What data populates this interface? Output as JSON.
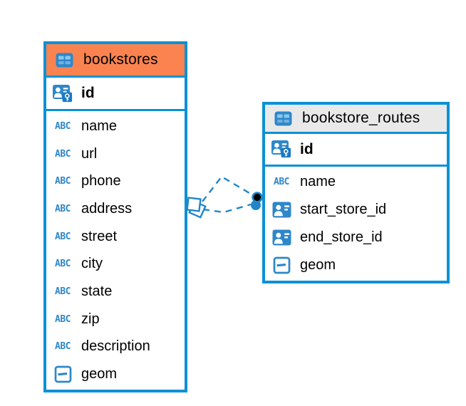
{
  "diagram": {
    "tables": [
      {
        "title": "bookstores",
        "primary_key": {
          "name": "id"
        },
        "fields": [
          {
            "name": "name",
            "type": "text"
          },
          {
            "name": "url",
            "type": "text"
          },
          {
            "name": "phone",
            "type": "text"
          },
          {
            "name": "address",
            "type": "text"
          },
          {
            "name": "street",
            "type": "text"
          },
          {
            "name": "city",
            "type": "text"
          },
          {
            "name": "state",
            "type": "text"
          },
          {
            "name": "zip",
            "type": "text"
          },
          {
            "name": "description",
            "type": "text"
          },
          {
            "name": "geom",
            "type": "geometry"
          }
        ]
      },
      {
        "title": "bookstore_routes",
        "primary_key": {
          "name": "id"
        },
        "fields": [
          {
            "name": "name",
            "type": "text"
          },
          {
            "name": "start_store_id",
            "type": "reference"
          },
          {
            "name": "end_store_id",
            "type": "reference"
          },
          {
            "name": "geom",
            "type": "geometry"
          }
        ]
      }
    ],
    "relationships": [
      {
        "from": "bookstores",
        "to": "bookstore_routes",
        "style": "dashed"
      },
      {
        "from": "bookstores",
        "to": "bookstore_routes",
        "style": "dashed"
      }
    ],
    "icons": {
      "text_type_label": "ABC"
    },
    "colors": {
      "table_border": "#0a91d5",
      "header_orange": "#fa8350",
      "header_gray": "#e9e9e9",
      "icon_blue": "#2e87c9",
      "icon_blue_light": "#8ac6ec",
      "link_blue": "#2286c8",
      "text": "#000000"
    }
  }
}
